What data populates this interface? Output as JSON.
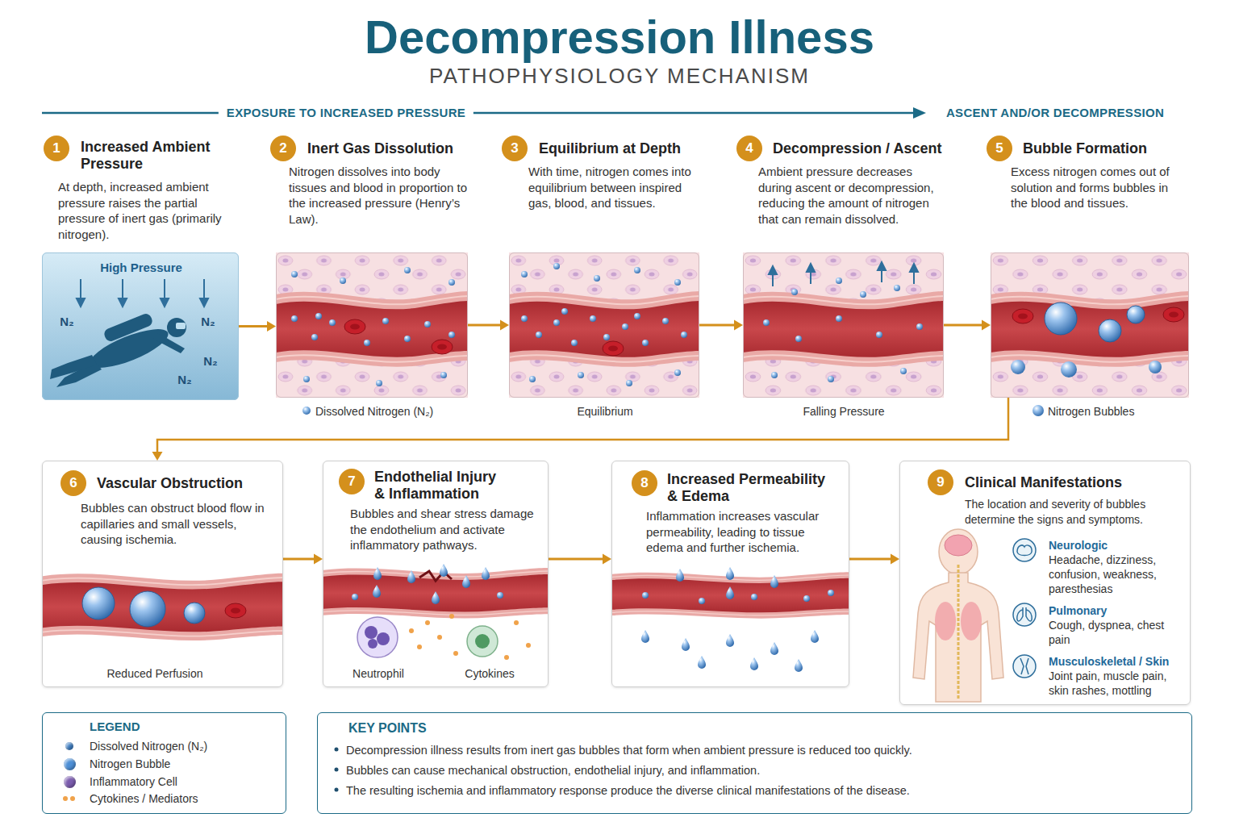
{
  "diagram": {
    "title": "Decompression Illness",
    "nodes": [
      {
        "text": [
          "Increased Ambient Pressure",
          "At depth, increased ambient pressure raises the partial pressure of inert gas (primarily nitrogen)."
        ]
      },
      {
        "text": [
          "1"
        ],
        "in": 0
      },
      {
        "text": [
          "High Pressure",
          "N₂",
          "N₂",
          "N₂",
          "N₂"
        ],
        "in": 0
      },
      {
        "text": [
          "Inert Gas Dissolution",
          "Nitrogen dissolves into body tissues and blood in proportion to the increased pressure (Henry’s Law)."
        ]
      },
      {
        "text": [
          "2"
        ],
        "in": 3
      },
      {
        "text": [
          "Dissolved Nitrogen (N₂)"
        ],
        "in": 3
      },
      {
        "text": [
          "Equilibrium at Depth",
          "With time, nitrogen comes into equilibrium between inspired gas, blood, and tissues."
        ]
      },
      {
        "text": [
          "3"
        ],
        "in": 6
      },
      {
        "text": [
          "Equilibrium"
        ],
        "in": 6
      },
      {
        "text": [
          "Decompression / Ascent",
          "Ambient pressure decreases during ascent or decompression, reducing the amount of nitrogen that can remain dissolved."
        ]
      },
      {
        "text": [
          "4"
        ],
        "in": 9
      },
      {
        "text": [
          "Falling Pressure"
        ],
        "in": 9
      },
      {
        "text": [
          "Bubble Formation",
          "Excess nitrogen comes out of solution and forms bubbles in the blood and tissues."
        ]
      },
      {
        "text": [
          "5"
        ],
        "in": 12
      },
      {
        "text": [
          "Nitrogen Bubbles"
        ],
        "in": 12
      },
      {
        "text": [
          "Vascular Obstruction",
          "Bubbles can obstruct blood flow in capillaries and small vessels, causing ischemia.",
          "Reduced Perfusion"
        ]
      },
      {
        "text": [
          "6"
        ],
        "in": 15
      },
      {
        "text": [
          "Endothelial Injury & Inflammation",
          "Bubbles and shear stress damage the endothelium and activate inflammatory pathways.",
          "Neutrophil",
          "Cytokines"
        ]
      },
      {
        "text": [
          "7"
        ],
        "in": 17
      },
      {
        "text": [
          "Increased Permeability & Edema",
          "Inflammation increases vascular permeability, leading to tissue edema and further ischemia."
        ]
      },
      {
        "text": [
          "8"
        ],
        "in": 19
      },
      {
        "text": [
          "Clinical Manifestations",
          "The location and severity of bubbles determine the signs and symptoms.",
          "Neurologic",
          "Headache, dizziness, confusion, weakness, paresthesias",
          "Pulmonary",
          "Cough, dyspnea, chest pain",
          "Musculoskeletal / Skin",
          "Joint pain, muscle pain, skin rashes, mottling"
        ]
      },
      {
        "text": [
          "9"
        ],
        "in": 21
      },
      {
        "text": [
          "LEGEND"
        ]
      },
      {
        "text": [
          "KEY POINTS",
          "Decompression illness results from inert gas bubbles that form when ambient pressure is reduced too quickly.",
          "Bubbles can cause mechanical obstruction, endothelial injury, and inflammation.",
          "The resulting ischemia and inflammatory response produce the diverse clinical manifestations of the disease."
        ]
      }
    ],
    "edges": [
      {
        "from": 2,
        "to": 5,
        "arrow": "to"
      },
      {
        "from": 5,
        "to": 8,
        "arrow": "to"
      },
      {
        "from": 8,
        "to": 11,
        "arrow": "to"
      },
      {
        "from": 11,
        "to": 14,
        "arrow": "to"
      },
      {
        "from": 14,
        "to": 15,
        "arrow": "to"
      },
      {
        "from": 15,
        "to": 17,
        "arrow": "to"
      },
      {
        "from": 17,
        "to": 19,
        "arrow": "to"
      },
      {
        "from": 19,
        "to": 21,
        "arrow": "to"
      }
    ],
    "labels": [
      "PATHOPHYSIOLOGY MECHANISM",
      "EXPOSURE TO INCREASED PRESSURE",
      "ASCENT AND/OR DECOMPRESSION"
    ],
    "legend": [
      {
        "text": "Dissolved Nitrogen (N₂)",
        "color": "#3f7fc4"
      },
      {
        "text": "Nitrogen Bubble",
        "color": "#4d8fd6"
      },
      {
        "text": "Inflammatory Cell",
        "color": "#7b5cae"
      },
      {
        "text": "Cytokines / Mediators",
        "color": "#f0a24a"
      }
    ]
  }
}
